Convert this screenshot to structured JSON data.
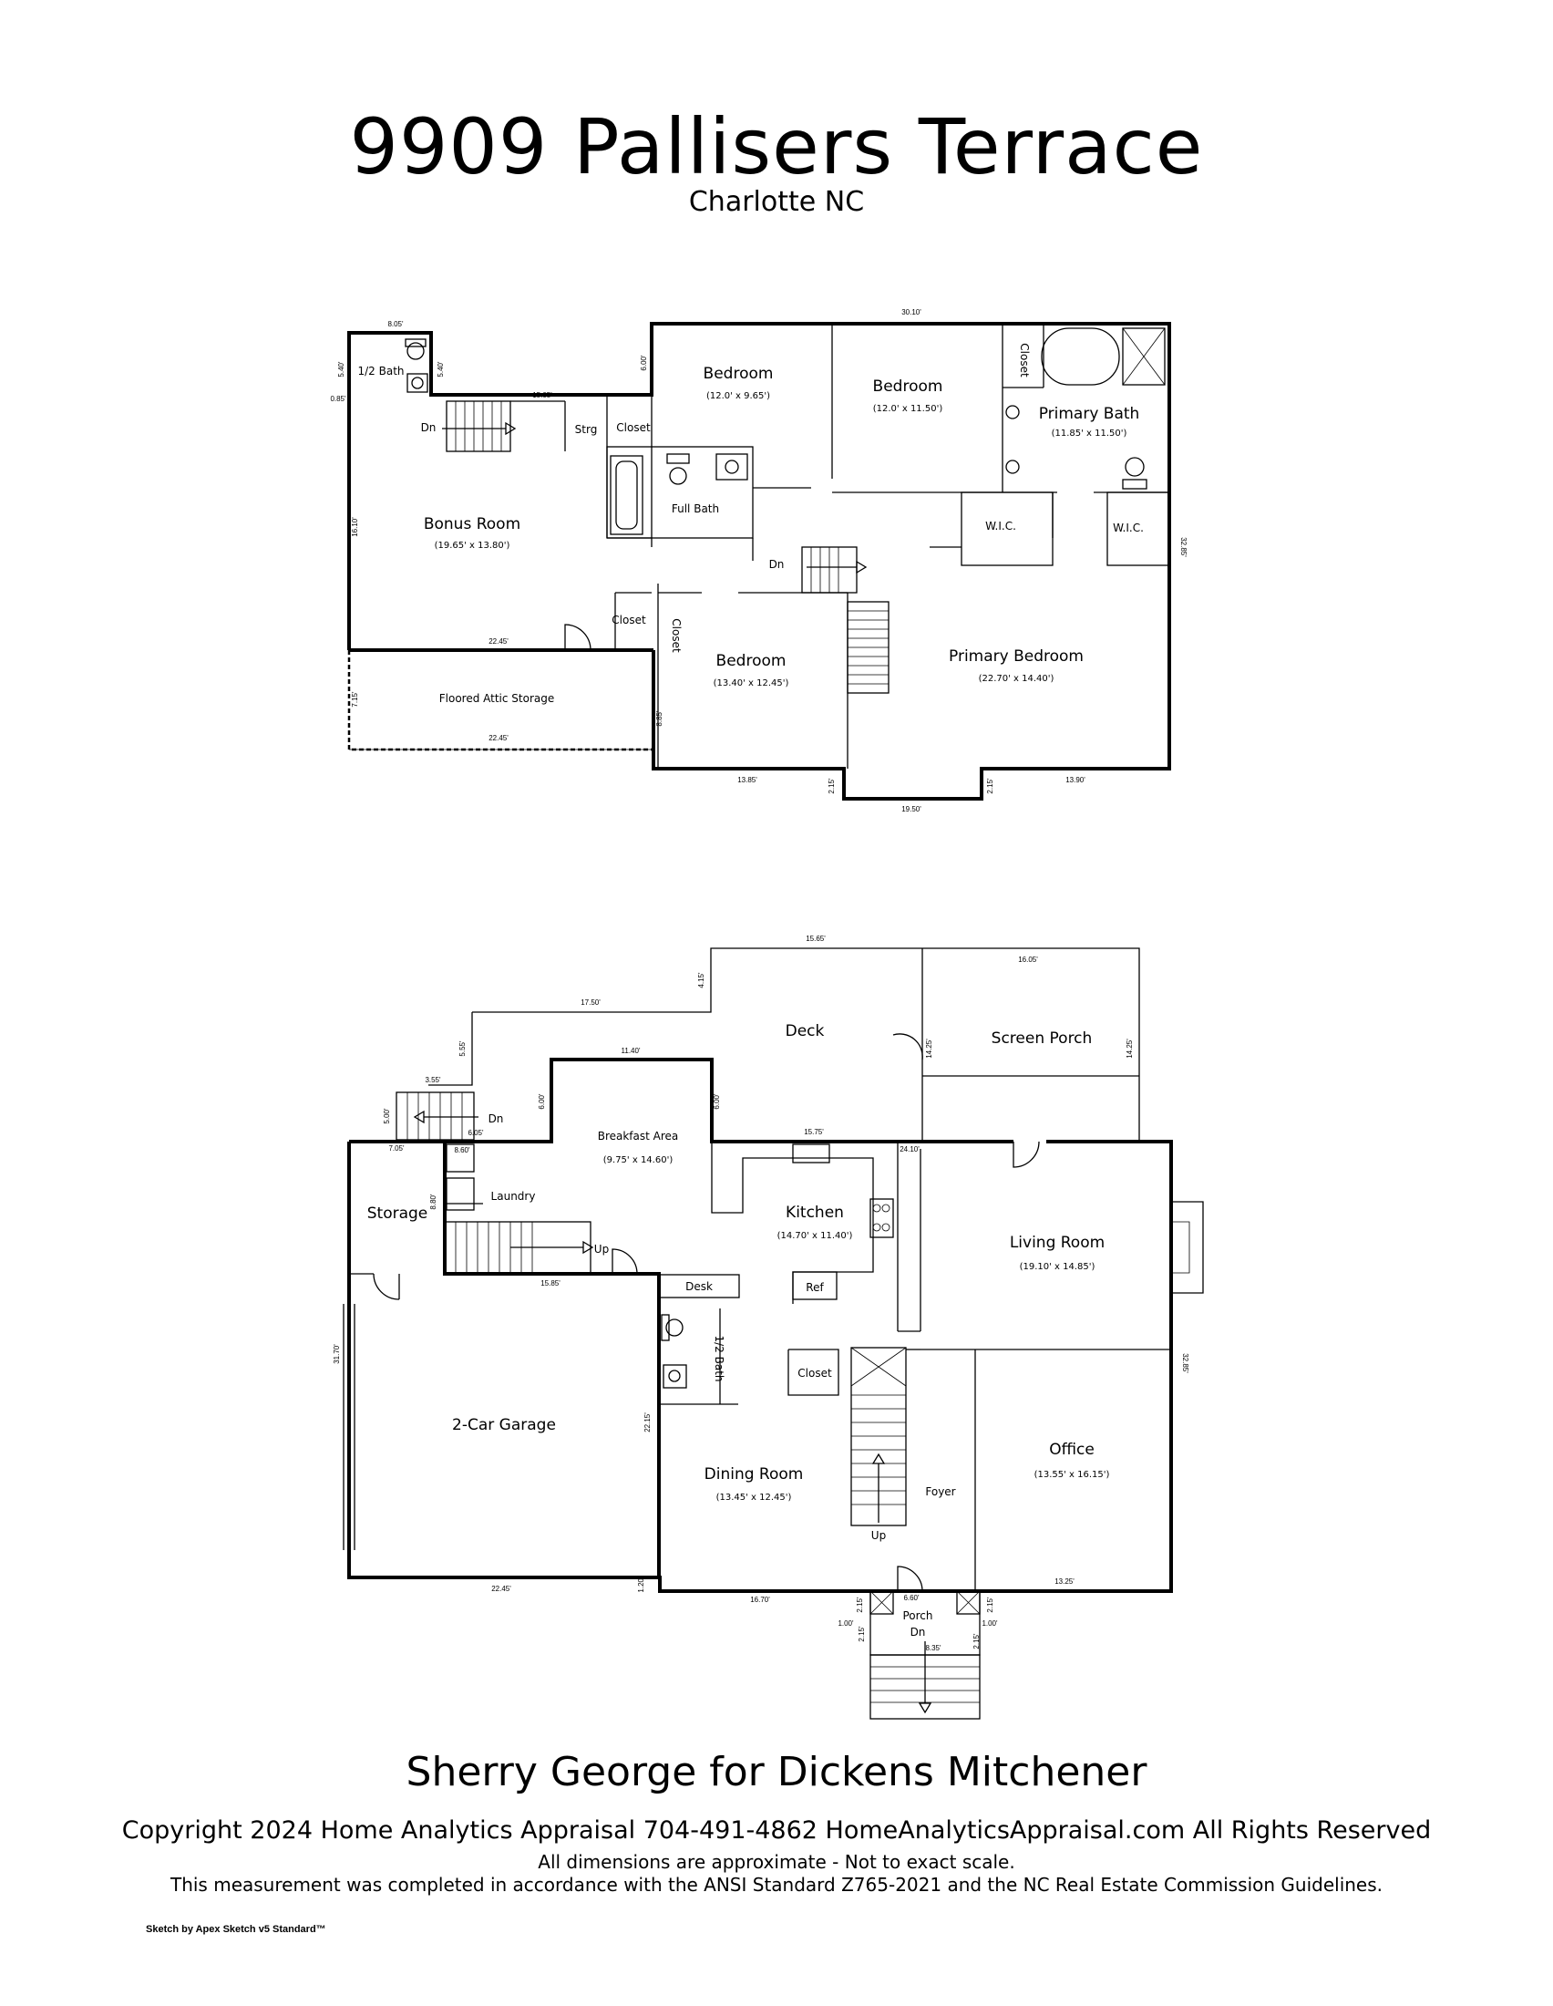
{
  "header": {
    "title": "9909 Pallisers Terrace",
    "subtitle": "Charlotte NC"
  },
  "upper_floor": {
    "rooms": {
      "half_bath": "1/2 Bath",
      "bonus_room": "Bonus Room",
      "bonus_room_dims": "(19.65' x 13.80')",
      "strg": "Strg",
      "closet_a": "Closet",
      "full_bath": "Full Bath",
      "bedroom_1": "Bedroom",
      "bedroom_1_dims": "(12.0' x 9.65')",
      "bedroom_2": "Bedroom",
      "bedroom_2_dims": "(12.0' x 11.50')",
      "closet_primary_bath": "Closet",
      "primary_bath": "Primary Bath",
      "primary_bath_dims": "(11.85' x 11.50')",
      "wic_1": "W.I.C.",
      "wic_2": "W.I.C.",
      "closet_b": "Closet",
      "closet_c": "Closet",
      "bedroom_3": "Bedroom",
      "bedroom_3_dims": "(13.40' x 12.45')",
      "primary_bedroom": "Primary Bedroom",
      "primary_bedroom_dims": "(22.70' x 14.40')",
      "attic": "Floored Attic Storage",
      "dn_1": "Dn",
      "dn_2": "Dn"
    },
    "measurements": {
      "m_805": "8.05'",
      "m_3010": "30.10'",
      "m_540a": "5.40'",
      "m_540b": "5.40'",
      "m_085": "0.85'",
      "m_1505": "15.05'",
      "m_600": "6.00'",
      "m_1610": "16.10'",
      "m_2245a": "22.45'",
      "m_715": "7.15'",
      "m_2245b": "22.45'",
      "m_885": "8.85'",
      "m_1385": "13.85'",
      "m_215a": "2.15'",
      "m_1950": "19.50'",
      "m_215b": "2.15'",
      "m_1390": "13.90'",
      "m_3285": "32.85'"
    }
  },
  "main_floor": {
    "rooms": {
      "deck": "Deck",
      "screen_porch": "Screen Porch",
      "breakfast_area": "Breakfast Area",
      "breakfast_area_dims": "(9.75' x 14.60')",
      "laundry": "Laundry",
      "storage": "Storage",
      "kitchen": "Kitchen",
      "kitchen_dims": "(14.70' x 11.40')",
      "living_room": "Living Room",
      "living_room_dims": "(19.10' x 14.85')",
      "ref": "Ref",
      "desk": "Desk",
      "half_bath": "1/2 Bath",
      "closet": "Closet",
      "garage": "2-Car Garage",
      "dining_room": "Dining Room",
      "dining_room_dims": "(13.45' x 12.45')",
      "foyer": "Foyer",
      "office": "Office",
      "office_dims": "(13.55' x 16.15')",
      "porch": "Porch",
      "dn_stairs": "Dn",
      "up_stairs_a": "Up",
      "up_stairs_b": "Up",
      "dn_porch": "Dn"
    },
    "measurements": {
      "m_1565": "15.65'",
      "m_1750": "17.50'",
      "m_415": "4.15'",
      "m_1605": "16.05'",
      "m_1140": "11.40'",
      "m_555": "5.55'",
      "m_355": "3.55'",
      "m_600a": "6.00'",
      "m_600b": "6.00'",
      "m_1425a": "14.25'",
      "m_1425b": "14.25'",
      "m_500": "5.00'",
      "m_605": "6.05'",
      "m_705": "7.05'",
      "m_860": "8.60'",
      "m_1575": "15.75'",
      "m_2410": "24.10'",
      "m_880": "8.80'",
      "m_1585": "15.85'",
      "m_3170": "31.70'",
      "m_2215": "22.15'",
      "m_3285": "32.85'",
      "m_2245": "22.45'",
      "m_120": "1.20'",
      "m_1670": "16.70'",
      "m_1325": "13.25'",
      "m_660": "6.60'",
      "m_215a": "2.15'",
      "m_215b": "2.15'",
      "m_215c": "2.15'",
      "m_215d": "2.15'",
      "m_100a": "1.00'",
      "m_100b": "1.00'",
      "m_835": "8.35'"
    }
  },
  "footer": {
    "agent": "Sherry George for Dickens Mitchener",
    "copyright": "Copyright 2024 Home Analytics Appraisal  704-491-4862  HomeAnalyticsAppraisal.com All Rights Reserved",
    "disclaimer_1": "All dimensions are approximate - Not to exact scale.",
    "disclaimer_2": "This measurement was completed in accordance with the ANSI Standard Z765-2021 and the NC Real Estate Commission Guidelines.",
    "sketch_credit": "Sketch by Apex Sketch v5 Standard™"
  }
}
